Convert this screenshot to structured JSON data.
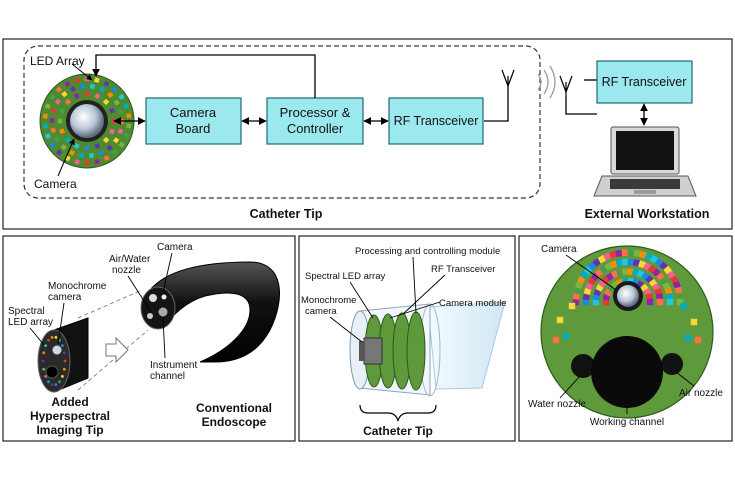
{
  "top": {
    "led_array_label": "LED Array",
    "camera_label": "Camera",
    "camera_board": [
      "Camera",
      "Board"
    ],
    "processor": [
      "Processor &",
      "Controller"
    ],
    "rf_transceiver_tip": "RF Transceiver",
    "rf_transceiver_ext": "RF Transceiver",
    "catheter_tip_label": "Catheter Tip",
    "external_workstation_label": "External Workstation"
  },
  "panel1": {
    "camera": "Camera",
    "air_water": [
      "Air/Water",
      "nozzle"
    ],
    "monochrome": [
      "Monochrome",
      "camera"
    ],
    "spectral": [
      "Spectral",
      "LED array"
    ],
    "instrument": [
      "Instrument",
      "channel"
    ],
    "added_tip": [
      "Added",
      "Hyperspectral",
      "Imaging Tip"
    ],
    "conventional": [
      "Conventional",
      "Endoscope"
    ]
  },
  "panel2": {
    "processing": "Processing and controlling module",
    "rf": "RF Transceiver",
    "spectral": "Spectral LED array",
    "camera_module": "Camera module",
    "monochrome": [
      "Monochrome",
      "camera"
    ],
    "catheter_tip": "Catheter Tip"
  },
  "panel3": {
    "camera": "Camera",
    "water_nozzle": "Water nozzle",
    "air_nozzle": "Air nozzle",
    "working_channel": "Working channel"
  },
  "colors": {
    "box_fill": "#9be8ee",
    "board_green": "#5e9a3c",
    "frame": "#222222"
  }
}
